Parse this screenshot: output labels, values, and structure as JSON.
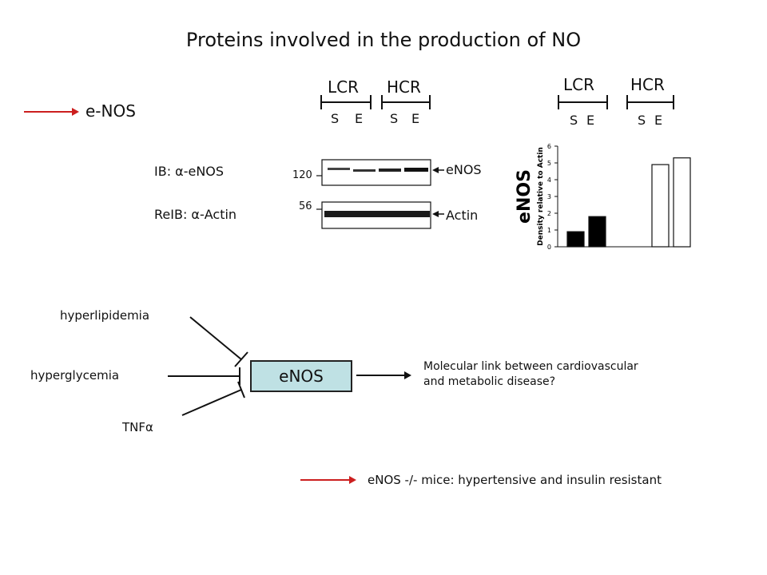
{
  "slide": {
    "title": "Proteins involved in the production of NO",
    "header_label": "e-NOS"
  },
  "blot": {
    "groups": [
      {
        "name": "LCR",
        "lanes": [
          "S",
          "E"
        ]
      },
      {
        "name": "HCR",
        "lanes": [
          "S",
          "E"
        ]
      }
    ],
    "row_labels": [
      "IB: α-eNOS",
      "ReIB: α-Actin"
    ],
    "markers": [
      "120",
      "56"
    ],
    "band_labels": [
      "eNOS",
      "Actin"
    ]
  },
  "chart_data": {
    "type": "bar",
    "title": "",
    "side_label": "eNOS",
    "ylabel": "Density relative to Actin",
    "ylim": [
      0,
      6
    ],
    "yticks": [
      "0",
      "1",
      "2",
      "3",
      "4",
      "5",
      "6"
    ],
    "groups": [
      {
        "name": "LCR",
        "lanes": [
          "S",
          "E"
        ]
      },
      {
        "name": "HCR",
        "lanes": [
          "S",
          "E"
        ]
      }
    ],
    "categories": [
      "LCR S",
      "LCR E",
      "HCR S",
      "HCR E"
    ],
    "values": [
      0.9,
      1.8,
      4.9,
      5.3
    ],
    "fills": [
      "#000000",
      "#000000",
      "#ffffff",
      "#ffffff"
    ]
  },
  "pathway": {
    "inhibitors": [
      "hyperlipidemia",
      "hyperglycemia",
      "TNFα"
    ],
    "center": "eNOS",
    "outcome": "Molecular link between cardiovascular and metabolic disease?",
    "outcome_lines": [
      "Molecular link between cardiovascular",
      "and metabolic disease?"
    ]
  },
  "footer": {
    "note": "eNOS -/- mice: hypertensive and insulin resistant"
  },
  "colors": {
    "arrow_red": "#cc1f1f",
    "box_fill": "#bfe1e4"
  }
}
